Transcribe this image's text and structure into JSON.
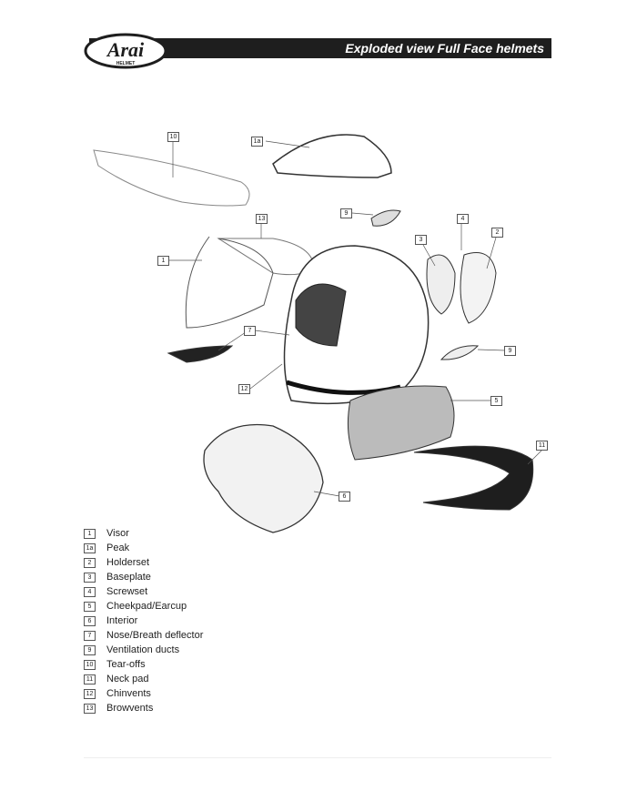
{
  "header": {
    "brand": "Arai HELMET",
    "title": "Exploded view Full Face helmets"
  },
  "callouts": {
    "c10": "10",
    "c1a": "1a",
    "c13": "13",
    "c1": "1",
    "c9a": "9",
    "c3": "3",
    "c4": "4",
    "c2": "2",
    "c7": "7",
    "c9b": "9",
    "c12": "12",
    "c5": "5",
    "c11": "11",
    "c6": "6"
  },
  "legend": [
    {
      "num": "1",
      "label": "Visor"
    },
    {
      "num": "1a",
      "label": "Peak"
    },
    {
      "num": "2",
      "label": "Holderset"
    },
    {
      "num": "3",
      "label": "Baseplate"
    },
    {
      "num": "4",
      "label": "Screwset"
    },
    {
      "num": "5",
      "label": "Cheekpad/Earcup"
    },
    {
      "num": "6",
      "label": "Interior"
    },
    {
      "num": "7",
      "label": "Nose/Breath deflector"
    },
    {
      "num": "9",
      "label": "Ventilation ducts"
    },
    {
      "num": "10",
      "label": "Tear-offs"
    },
    {
      "num": "11",
      "label": "Neck pad"
    },
    {
      "num": "12",
      "label": "Chinvents"
    },
    {
      "num": "13",
      "label": "Browvents"
    }
  ]
}
